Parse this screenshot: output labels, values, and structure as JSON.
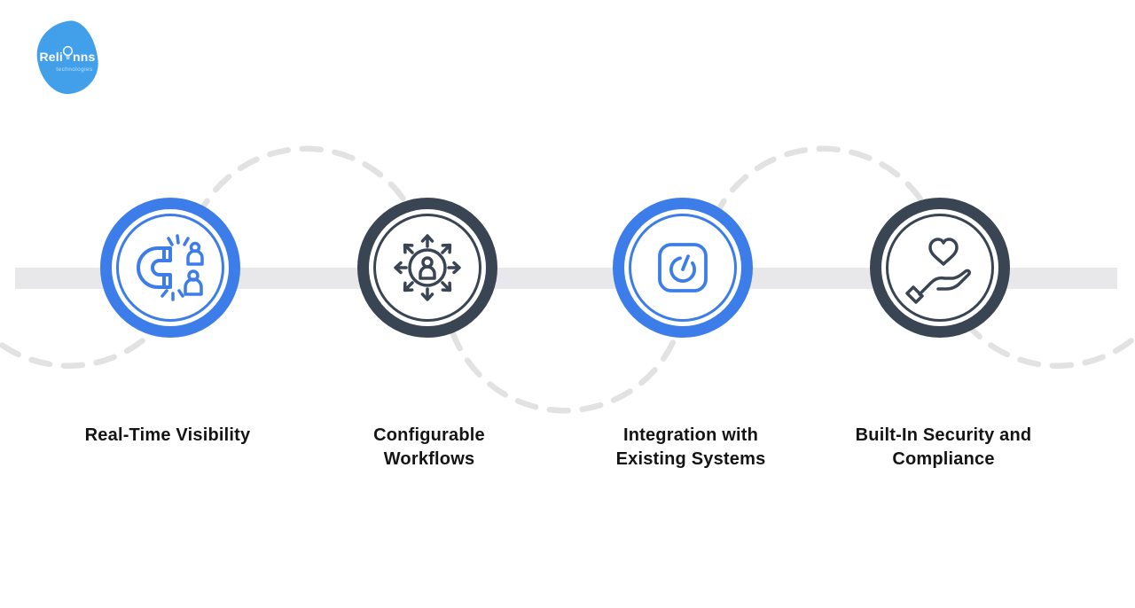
{
  "logo": {
    "brand_left": "Reli",
    "brand_right": "nns",
    "tagline": "technologies"
  },
  "features": [
    {
      "icon": "magnet-attract-users",
      "accent": "blue",
      "lines": [
        "Real-Time Visibility",
        ""
      ]
    },
    {
      "icon": "person-network-arrows",
      "accent": "dark",
      "lines": [
        "Configurable",
        "Workflows"
      ]
    },
    {
      "icon": "power-button",
      "accent": "blue",
      "lines": [
        "Integration with",
        "Existing Systems"
      ]
    },
    {
      "icon": "hand-holding-heart",
      "accent": "dark",
      "lines": [
        "Built-In Security and",
        "Compliance"
      ]
    }
  ],
  "colors": {
    "accent_blue": "#3C7DEA",
    "accent_dark": "#3A4553",
    "timeline_band": "#E8E8EA",
    "dashed_arc": "#E2E2E2",
    "logo_blob": "#41A0E9",
    "label_text": "#141414"
  }
}
